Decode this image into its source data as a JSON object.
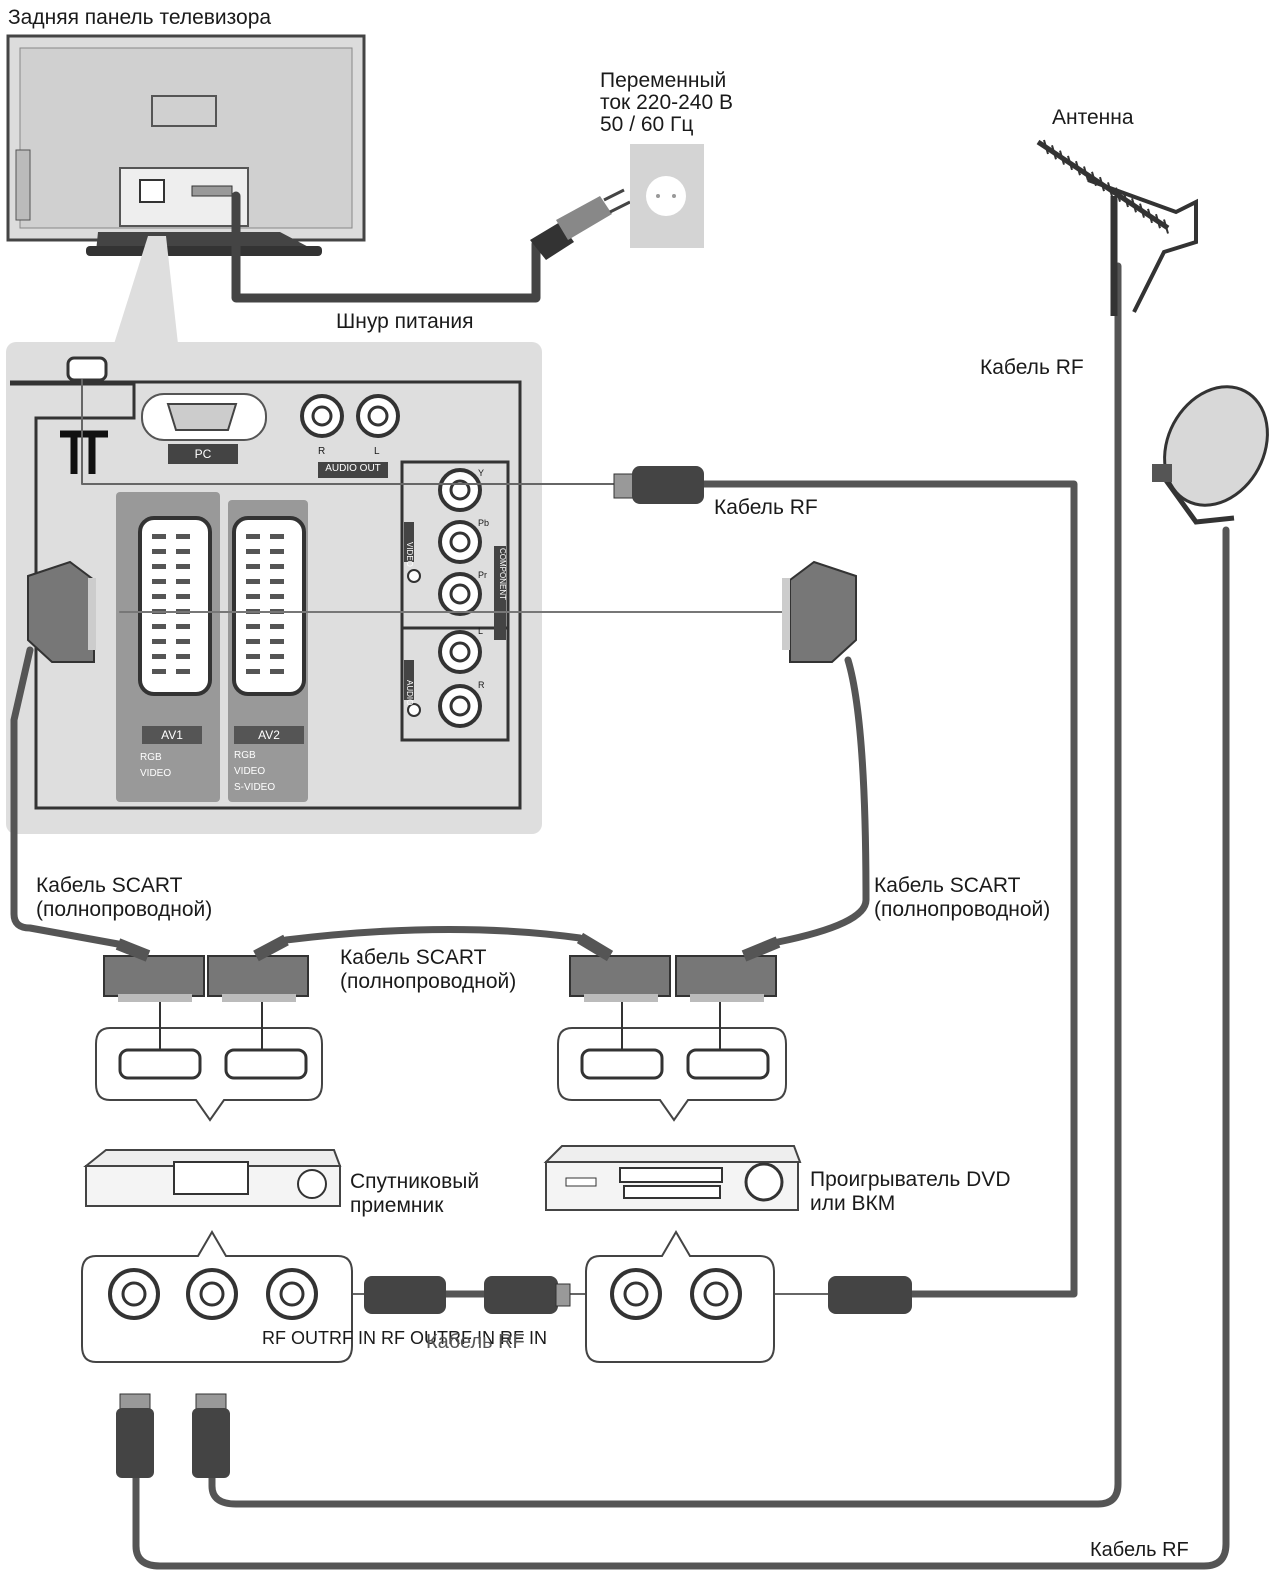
{
  "labels": {
    "tv_rear": "Задняя   панель   телевизора",
    "ac_line1": "Переменный",
    "ac_line2": "ток 220-240 В",
    "ac_line3": "50 / 60 Гц",
    "antenna": "Антенна",
    "power_cord": "Шнур    питания",
    "rf_antenna": "Кабель RF",
    "rf_tv": "Кабель RF",
    "scart_left_1": "Кабель SCART",
    "scart_left_2": "(полнопроводной)",
    "scart_mid_1": "Кабель SCART",
    "scart_mid_2": "(полнопроводной)",
    "scart_right_1": "Кабель SCART",
    "scart_right_2": "(полнопроводной)",
    "sat_1": "Спутниковый",
    "sat_2": "приемник",
    "dvd_1": "Проигрыватель DVD",
    "dvd_2": "или    ВКМ",
    "rf_ports": "RF OUTRF IN RF OUTRF IN RF IN",
    "rf_mid": "Кабель RF",
    "rf_bottom": "Кабель RF"
  },
  "panel": {
    "pc": "PC",
    "audio_out": "AUDIO OUT",
    "r": "R",
    "l": "L",
    "av1": "AV1",
    "av2": "AV2",
    "rgb1": "RGB",
    "video1": "VIDEO",
    "rgb2": "RGB",
    "video2": "VIDEO",
    "svideo2": "S-VIDEO",
    "video_v": "VIDEO",
    "audio_v": "AUDIO",
    "component_v": "COMPONENT",
    "y": "Y",
    "pb": "Pb",
    "pr": "Pr",
    "cl": "L",
    "cr": "R"
  }
}
